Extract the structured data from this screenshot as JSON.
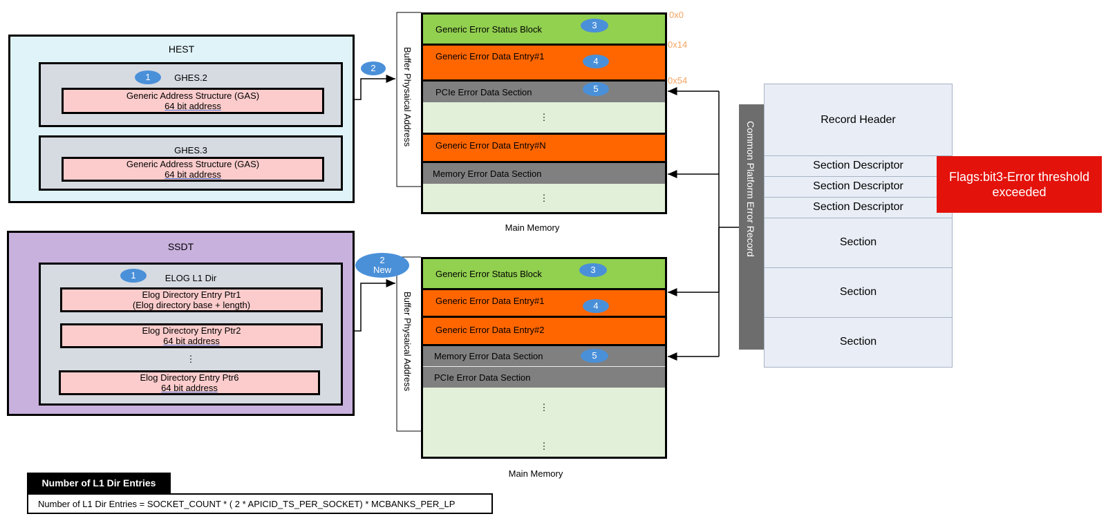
{
  "hest": {
    "title": "HEST",
    "ghes2": {
      "label": "GHES.2",
      "badge": "1",
      "gas_line1": "Generic Address Structure (GAS)",
      "gas_line2": "64 bit address"
    },
    "ghes3": {
      "label": "GHES.3",
      "gas_line1": "Generic Address Structure (GAS)",
      "gas_line2": "64 bit address"
    }
  },
  "ssdt": {
    "title": "SSDT",
    "elog": {
      "label": "ELOG L1 Dir",
      "badge": "1",
      "ptr1_line1": "Elog Directory Entry Ptr1",
      "ptr1_line2": "(Elog directory base + length)",
      "ptr2_line1": "Elog Directory Entry Ptr2",
      "ptr2_line2": "64 bit address",
      "dots": "⋮",
      "ptr6_line1": "Elog Directory Entry Ptr6",
      "ptr6_line2": "64 bit address"
    }
  },
  "arrows": {
    "badge_top": "2",
    "badge_bottom_l1": "2",
    "badge_bottom_l2": "New"
  },
  "memory_top": {
    "buffer_label": "Buffer Physaical Address",
    "caption": "Main Memory",
    "offsets": [
      "0x0",
      "0x14",
      "0x54"
    ],
    "segments": {
      "status": "Generic Error Status Block",
      "entry1": "Generic Error Data Entry#1",
      "pcie": "PCIe Error Data Section",
      "dots1": "⋮",
      "entryN": "Generic Error Data Entry#N",
      "memory": "Memory Error Data Section",
      "dots2": "⋮"
    },
    "badges": [
      "3",
      "4",
      "5"
    ]
  },
  "memory_bottom": {
    "buffer_label": "Buffer Physaical Address",
    "caption": "Main Memory",
    "segments": {
      "status": "Generic Error Status Block",
      "entry1": "Generic Error Data Entry#1",
      "entry2": "Generic Error Data Entry#2",
      "memory": "Memory Error Data Section",
      "pcie": "PCIe Error Data Section",
      "dots1": "⋮",
      "dots2": "⋮"
    },
    "badges": [
      "3",
      "4",
      "5"
    ]
  },
  "cper": {
    "vertical_label": "Common Platform Error Record",
    "rows": [
      "Record Header",
      "Section Descriptor",
      "Section Descriptor",
      "Section Descriptor",
      "Section",
      "Section",
      "Section"
    ],
    "flags_line1": "Flags:bit3-Error threshold",
    "flags_line2": "exceeded"
  },
  "legend": {
    "title": "Number of L1 Dir Entries",
    "formula": "Number of L1 Dir Entries = SOCKET_COUNT * ( 2 * APICID_TS_PER_SOCKET) * MCBANKS_PER_LP"
  },
  "colors": {
    "green": "#92d050",
    "orange": "#ff6600",
    "gray": "#808080",
    "badge": "#4a90d9",
    "flags": "#e3120b",
    "hest_bg": "#dff3f8",
    "ssdt_bg": "#c9b1de",
    "pink": "#fccccc"
  }
}
